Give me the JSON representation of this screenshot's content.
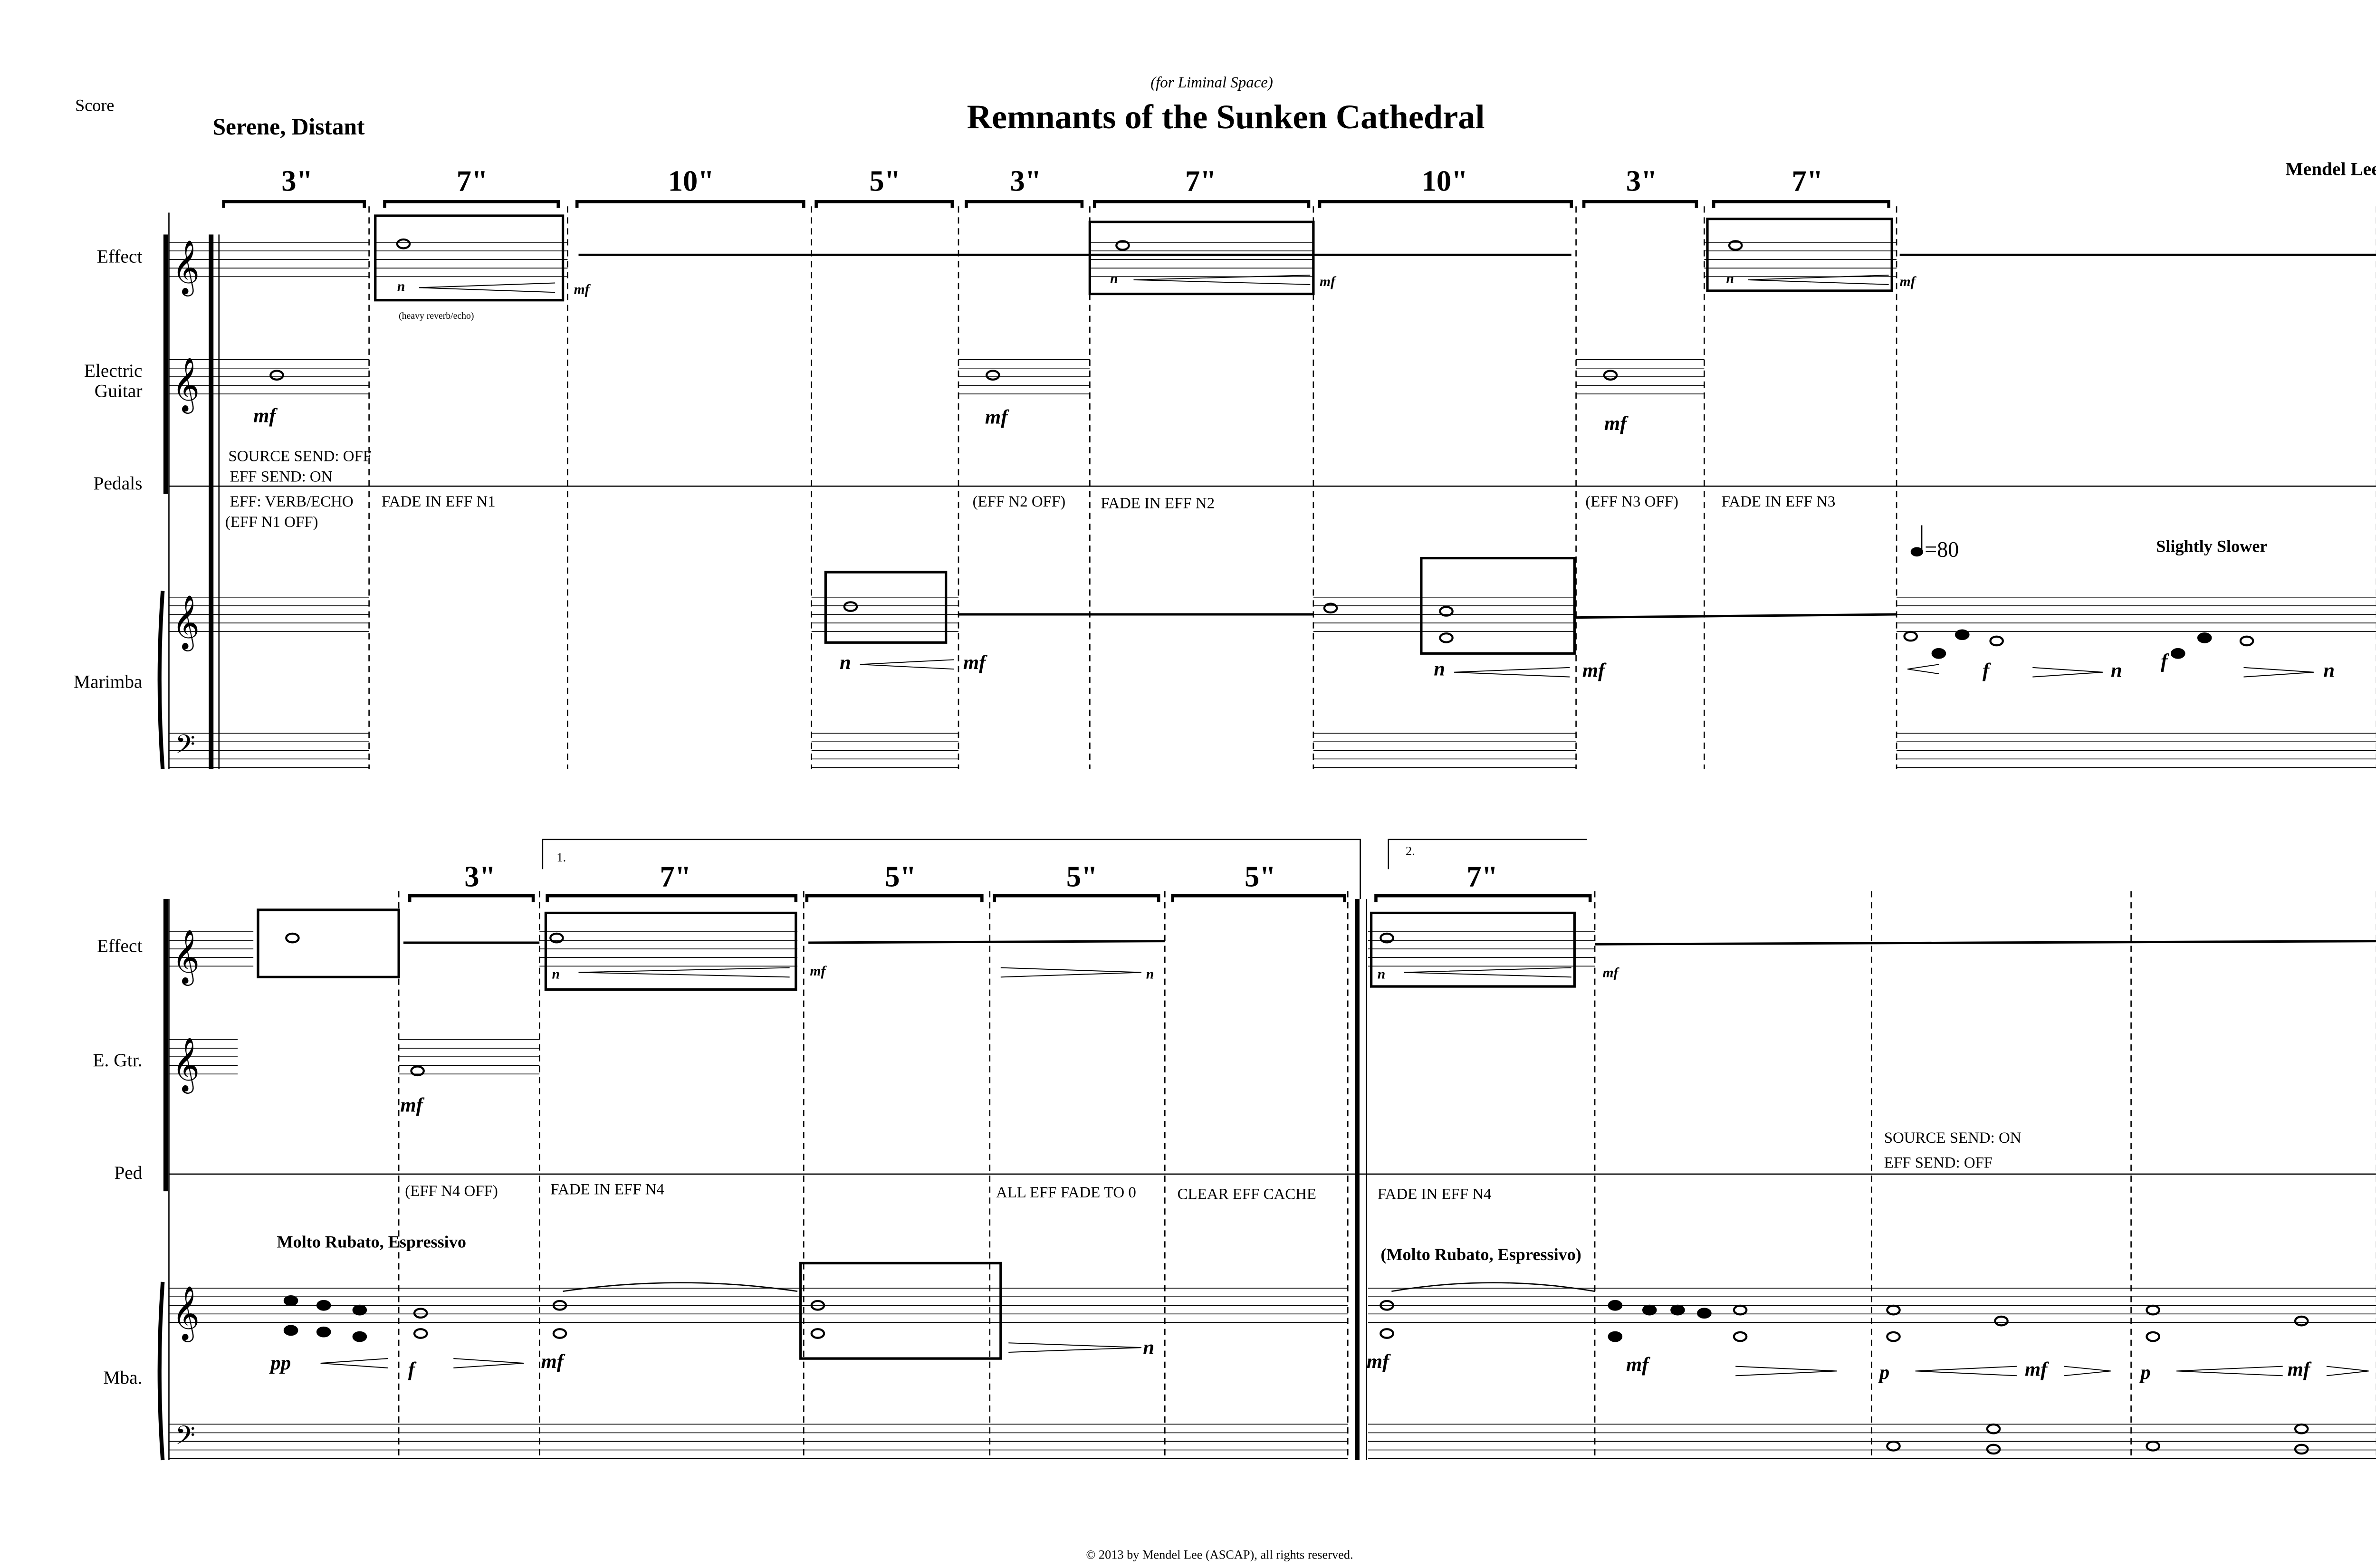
{
  "header": {
    "score_label": "Score",
    "dedication": "(for Liminal Space)",
    "title": "Remnants of the Sunken Cathedral",
    "composer": "Mendel Lee",
    "tempo_marking": "Serene, Distant"
  },
  "system1": {
    "instruments": {
      "effect": "Effect",
      "guitar_1": "Electric",
      "guitar_2": "Guitar",
      "pedals": "Pedals",
      "marimba": "Marimba"
    },
    "durations": [
      "3\"",
      "7\"",
      "10\"",
      "5\"",
      "3\"",
      "7\"",
      "10\"",
      "3\"",
      "7\""
    ],
    "effect_note": "(heavy reverb/echo)",
    "pedal_texts": [
      "SOURCE SEND: OFF",
      "EFF SEND: ON",
      "EFF: VERB/ECHO",
      "(EFF N1 OFF)",
      "FADE IN EFF N1",
      "(EFF N2 OFF)",
      "FADE IN EFF N2",
      "(EFF N3 OFF)",
      "FADE IN EFF N3"
    ],
    "metronome": "=80",
    "tempo_change": "Slightly Slower",
    "dynamics": {
      "mf": "mf",
      "n": "n",
      "f": "f"
    }
  },
  "system2": {
    "instruments": {
      "effect": "Effect",
      "guitar": "E. Gtr.",
      "pedals": "Ped",
      "marimba": "Mba."
    },
    "durations": [
      "3\"",
      "7\"",
      "5\"",
      "5\"",
      "5\"",
      "7\""
    ],
    "volta_1": "1.",
    "volta_2": "2.",
    "pedal_texts": [
      "(EFF N4 OFF)",
      "FADE IN EFF N4",
      "ALL EFF FADE TO 0",
      "CLEAR EFF CACHE",
      "FADE IN EFF N4",
      "SOURCE SEND: ON",
      "EFF SEND: OFF"
    ],
    "expression": "Molto Rubato, Espressivo",
    "expression_paren": "(Molto Rubato, Espressivo)",
    "dynamics": {
      "pp": "pp",
      "f": "f",
      "mf": "mf",
      "n": "n",
      "p": "p"
    }
  },
  "footer": {
    "copyright": "© 2013 by Mendel Lee (ASCAP), all rights reserved."
  }
}
